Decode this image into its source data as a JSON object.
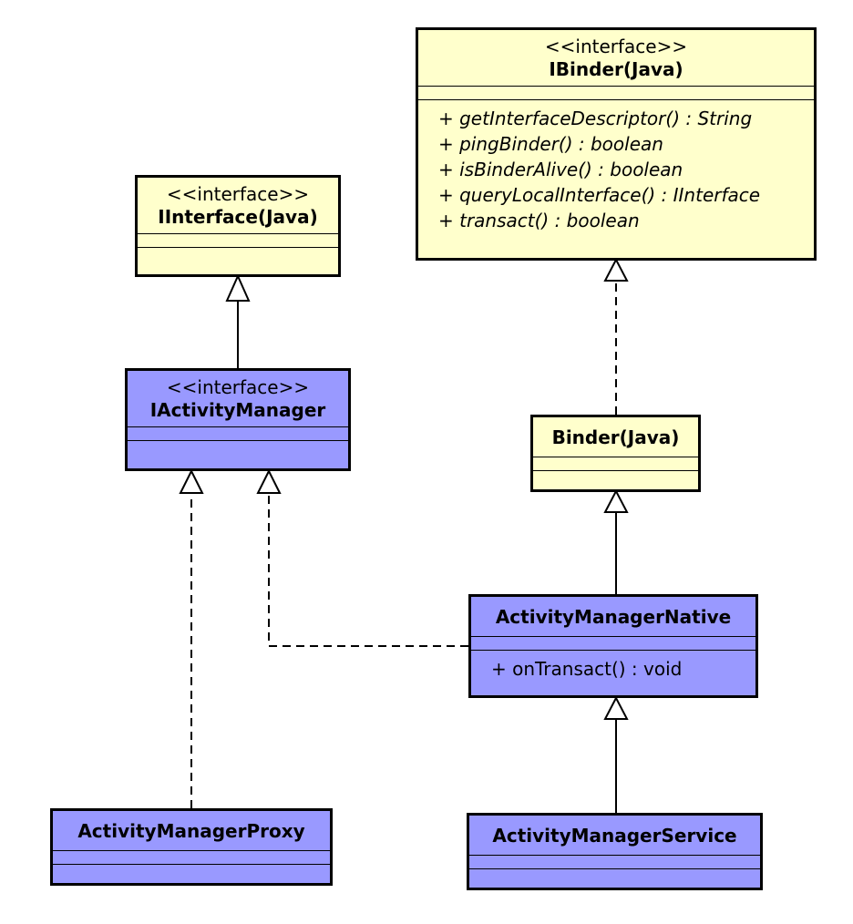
{
  "classes": {
    "ibinder": {
      "stereotype": "<<interface>>",
      "name": "IBinder(Java)",
      "operations": [
        "+ getInterfaceDescriptor() : String",
        "+ pingBinder() : boolean",
        "+ isBinderAlive() : boolean",
        "+ queryLocalInterface() : IInterface",
        "+ transact() : boolean"
      ],
      "color": "#ffffcc"
    },
    "iinterface": {
      "stereotype": "<<interface>>",
      "name": "IInterface(Java)",
      "color": "#ffffcc"
    },
    "iactivitymanager": {
      "stereotype": "<<interface>>",
      "name": "IActivityManager",
      "color": "#9999ff"
    },
    "binder": {
      "name": "Binder(Java)",
      "color": "#ffffcc"
    },
    "activitymanagernative": {
      "name": "ActivityManagerNative",
      "operations": [
        "+ onTransact() : void"
      ],
      "color": "#9999ff"
    },
    "activitymanagerproxy": {
      "name": "ActivityManagerProxy",
      "color": "#9999ff"
    },
    "activitymanagerservice": {
      "name": "ActivityManagerService",
      "color": "#9999ff"
    }
  },
  "relations": [
    {
      "from": "iactivitymanager",
      "to": "iinterface",
      "type": "generalization"
    },
    {
      "from": "binder",
      "to": "ibinder",
      "type": "realization"
    },
    {
      "from": "activitymanagernative",
      "to": "binder",
      "type": "generalization"
    },
    {
      "from": "activitymanagernative",
      "to": "iactivitymanager",
      "type": "realization"
    },
    {
      "from": "activitymanagerproxy",
      "to": "iactivitymanager",
      "type": "realization"
    },
    {
      "from": "activitymanagerservice",
      "to": "activitymanagernative",
      "type": "generalization"
    }
  ]
}
